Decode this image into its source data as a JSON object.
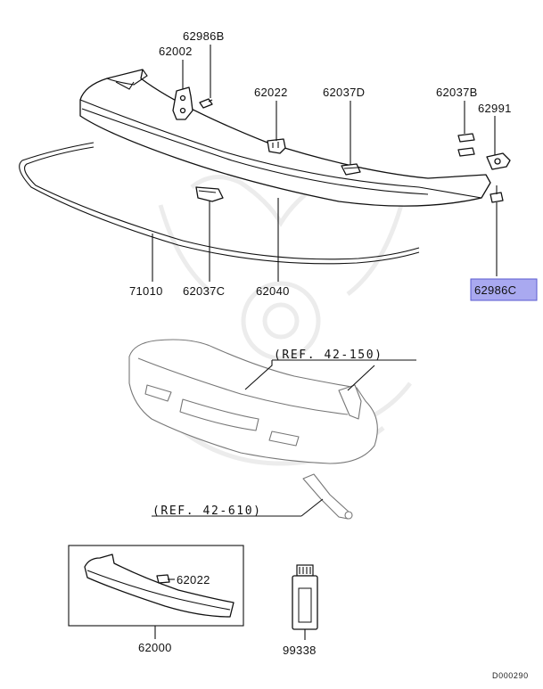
{
  "diagram": {
    "part_labels": {
      "p62986B": "62986B",
      "p62002": "62002",
      "p62022_top": "62022",
      "p62037D": "62037D",
      "p62037B": "62037B",
      "p62991": "62991",
      "p71010": "71010",
      "p62037C": "62037C",
      "p62040": "62040",
      "p62986C": "62986C",
      "p62022_box": "62022",
      "p62000": "62000",
      "p99338": "99338"
    },
    "references": {
      "ref_upper": "(REF. 42-150)",
      "ref_lower": "(REF. 42-610)"
    },
    "diagram_id": "D000290",
    "highlight_color": "#a9a9f0"
  }
}
